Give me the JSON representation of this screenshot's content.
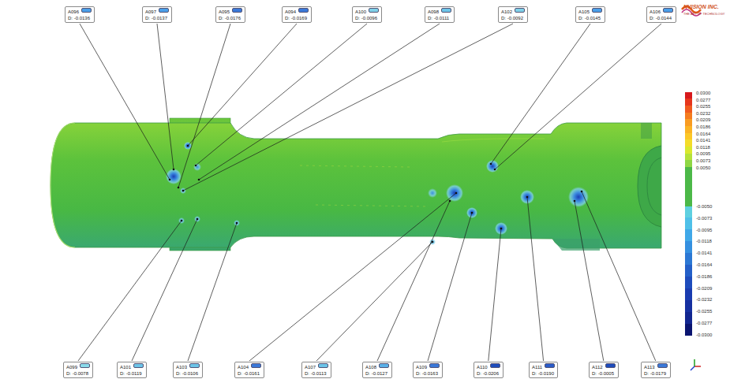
{
  "diagram": {
    "nodes": [
      {
        "text": [
          "A096",
          "D: -0.0136"
        ]
      },
      {
        "text": [
          "A097",
          "D: -0.0137"
        ]
      },
      {
        "text": [
          "A095",
          "D: -0.0176"
        ]
      },
      {
        "text": [
          "A094",
          "D: -0.0169"
        ]
      },
      {
        "text": [
          "A100",
          "D: -0.0096"
        ]
      },
      {
        "text": [
          "A098",
          "D: -0.0111"
        ]
      },
      {
        "text": [
          "A102",
          "D: -0.0092"
        ]
      },
      {
        "text": [
          "A105",
          "D: -0.0145"
        ]
      },
      {
        "text": [
          "A106",
          "D: -0.0144"
        ]
      },
      {
        "text": [
          "A099",
          "D: -0.0078"
        ]
      },
      {
        "text": [
          "A101",
          "D: -0.0119"
        ]
      },
      {
        "text": [
          "A103",
          "D: -0.0106"
        ]
      },
      {
        "text": [
          "A104",
          "D: -0.0161"
        ]
      },
      {
        "text": [
          "A107",
          "D: -0.0113"
        ]
      },
      {
        "text": [
          "A108",
          "D: -0.0127"
        ]
      },
      {
        "text": [
          "A109",
          "D: -0.0163"
        ]
      },
      {
        "text": [
          "A110",
          "D: -0.0206"
        ]
      },
      {
        "text": [
          "A111",
          "D: -0.0190"
        ]
      },
      {
        "text": [
          "A112",
          "D: -0.0005"
        ]
      },
      {
        "text": [
          "A113",
          "D: -0.0179"
        ]
      }
    ],
    "labels": [
      "NVISION INC.",
      "THE ART OF TECHNOLOGY",
      "0.0300",
      "0.0277",
      "0.0255",
      "0.0232",
      "0.0209",
      "0.0186",
      "0.0164",
      "0.0141",
      "0.0118",
      "0.0095",
      "0.0073",
      "0.0050",
      "-0.0050",
      "-0.0073",
      "-0.0095",
      "-0.0118",
      "-0.0141",
      "-0.0164",
      "-0.0186",
      "-0.0209",
      "-0.0232",
      "-0.0255",
      "-0.0277",
      "-0.0300"
    ]
  }
}
